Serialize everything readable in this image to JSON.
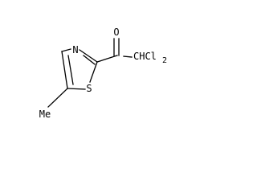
{
  "molecule": {
    "atoms": {
      "oxygen": "O",
      "nitrogen": "N",
      "sulfur": "S",
      "dichloromethyl": "CHCl",
      "dichloromethyl_subscript": "2",
      "methyl": "Me"
    },
    "colors": {
      "bond": "#000000",
      "label": "#000000",
      "background": "#ffffff"
    }
  }
}
